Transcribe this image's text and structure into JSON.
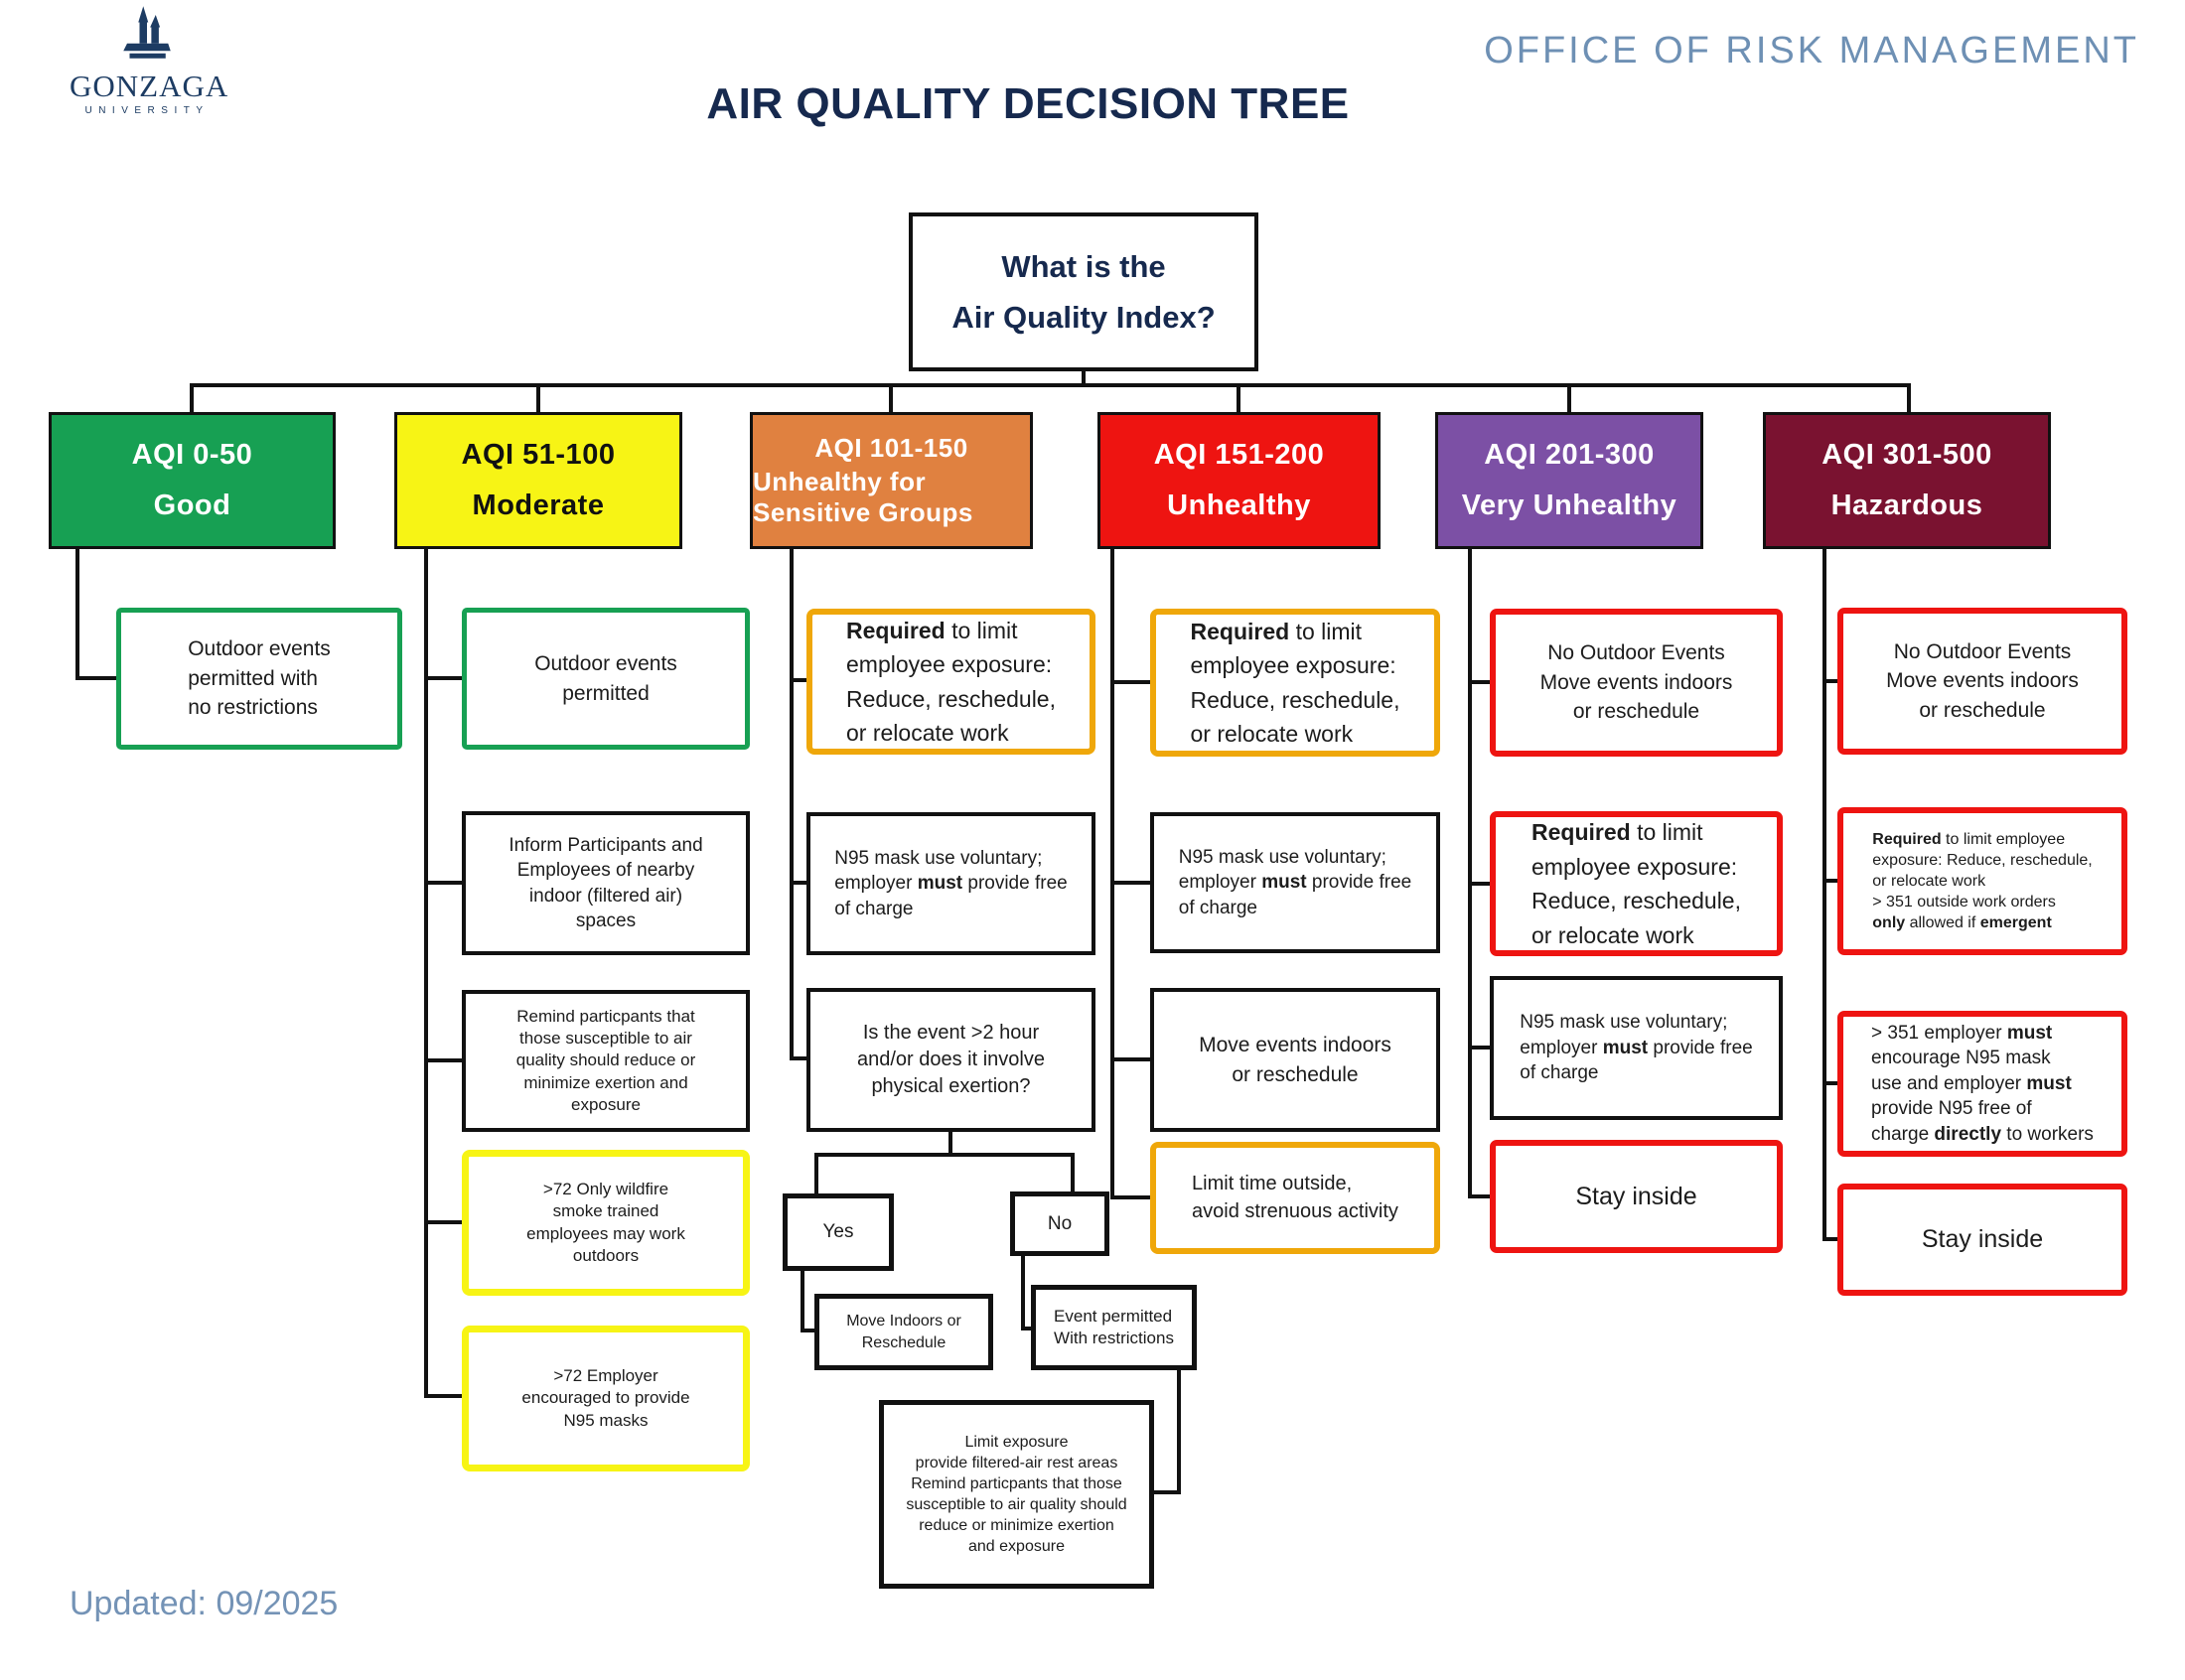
{
  "header": {
    "logo": {
      "name": "GONZAGA",
      "sub": "UNIVERSITY"
    },
    "office": "OFFICE OF RISK MANAGEMENT",
    "title": "AIR QUALITY DECISION TREE"
  },
  "root": {
    "question": "What is the\nAir Quality Index?"
  },
  "aqi_levels": [
    {
      "range": "AQI 0-50",
      "label": "Good",
      "bg": "#17A053",
      "fg": "#FFFFFF"
    },
    {
      "range": "AQI 51-100",
      "label": "Moderate",
      "bg": "#F7F415",
      "fg": "#111111"
    },
    {
      "range": "AQI 101-150",
      "label": "Unhealthy for Sensitive Groups",
      "bg": "#E08140",
      "fg": "#FFFFFF"
    },
    {
      "range": "AQI 151-200",
      "label": "Unhealthy",
      "bg": "#EE1411",
      "fg": "#FFFFFF"
    },
    {
      "range": "AQI 201-300",
      "label": "Very Unhealthy",
      "bg": "#7C50A5",
      "fg": "#FFFFFF"
    },
    {
      "range": "AQI 301-500",
      "label": "Hazardous",
      "bg": "#7A1230",
      "fg": "#FFFFFF"
    }
  ],
  "boxes": {
    "good_outdoor": "Outdoor events\npermitted with\nno restrictions",
    "mod_outdoor": "Outdoor events\npermitted",
    "mod_inform": "Inform Participants and\nEmployees of nearby\nindoor (filtered air)\nspaces",
    "mod_remind": "Remind particpants that\nthose susceptible to air\nquality should reduce or\nminimize exertion and\nexposure",
    "mod_wildfire": ">72 Only wildfire\nsmoke trained\nemployees may work\noutdoors",
    "mod_n95": ">72 Employer\nencouraged to provide\nN95 masks",
    "required_limit": {
      "bold": "Required",
      "rest": " to limit\nemployee exposure:\nReduce, reschedule,\nor relocate work"
    },
    "n95_voluntary": {
      "t1": "N95 mask use voluntary;\nemployer ",
      "bold": "must",
      "t2": " provide free\nof charge"
    },
    "usg_question": "Is the event >2 hour\nand/or does it involve\nphysical exertion?",
    "yes_label": "Yes",
    "no_label": "No",
    "move_indoors": "Move Indoors or\nReschedule",
    "event_permitted": "Event permitted\nWith restrictions",
    "limit_exposure": "Limit exposure\nprovide filtered-air rest areas\nRemind particpants that those\nsusceptible to air quality should\nreduce or minimize exertion\nand exposure",
    "move_events": "Move events indoors\nor reschedule",
    "limit_time": "Limit time outside,\navoid strenuous activity",
    "no_outdoor": "No Outdoor Events\nMove events indoors\nor reschedule",
    "stay_inside": "Stay inside",
    "haz_required": {
      "b1": "Required",
      "t1": " to limit employee\nexposure: Reduce, reschedule,\nor relocate work\n> 351 outside work orders\n",
      "b2": "only",
      "t2": " allowed if ",
      "b3": "emergent"
    },
    "haz_n95": {
      "t1": "> 351 employer ",
      "b1": "must",
      "t2": "\nencourage N95 mask\nuse and employer ",
      "b2": "must",
      "t3": "\nprovide N95 free of\ncharge ",
      "b3": "directly",
      "t4": " to workers"
    }
  },
  "accents": {
    "green": "#17A053",
    "yellow": "#F7F415",
    "amber": "#EFA70A",
    "red": "#EE1411",
    "navy": "#16294E",
    "steel_blue": "#6E90B4",
    "line": "#111111"
  },
  "footer": {
    "updated": "Updated: 09/2025"
  }
}
